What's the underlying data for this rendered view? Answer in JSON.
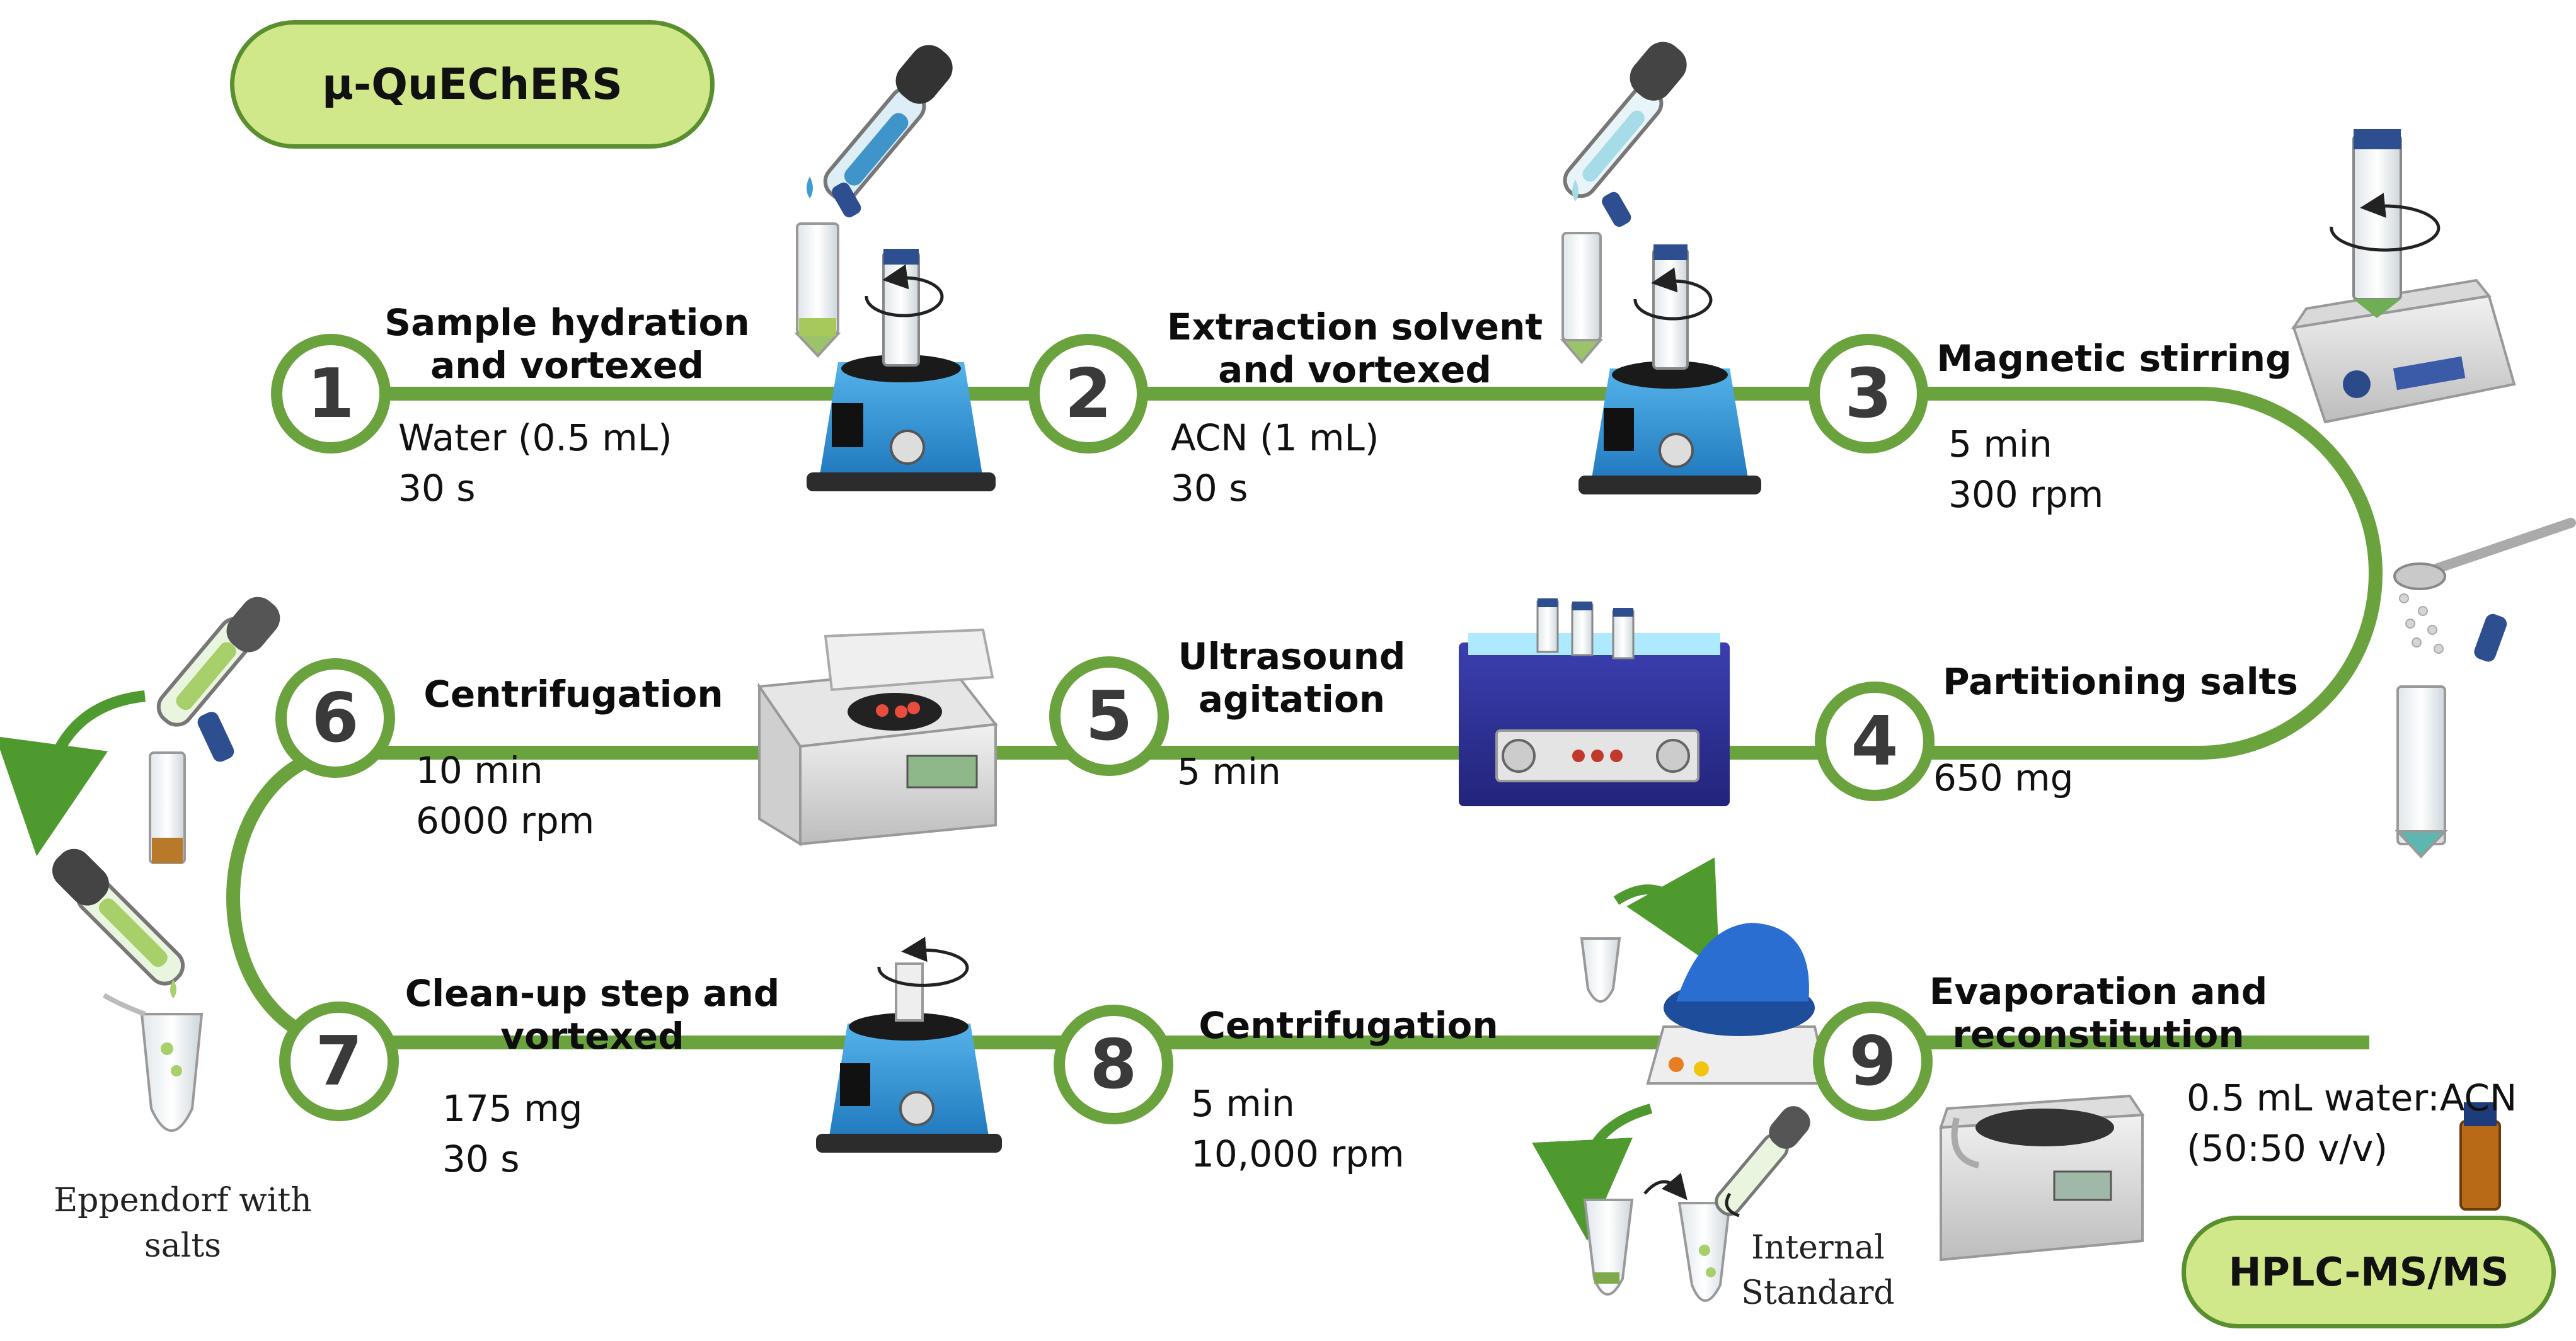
{
  "header": {
    "method_label": "µ-QuEChERS"
  },
  "footer": {
    "analysis_label": "HPLC-MS/MS"
  },
  "steps": [
    {
      "number": "1",
      "title_line1": "Sample hydration",
      "title_line2": "and vortexed",
      "param1": "Water (0.5 mL)",
      "param2": "30 s"
    },
    {
      "number": "2",
      "title_line1": "Extraction solvent",
      "title_line2": "and vortexed",
      "param1": "ACN (1 mL)",
      "param2": "30 s"
    },
    {
      "number": "3",
      "title_line1": "Magnetic stirring",
      "title_line2": "",
      "param1": "5 min",
      "param2": "300 rpm"
    },
    {
      "number": "4",
      "title_line1": "Partitioning salts",
      "title_line2": "",
      "param1": "650 mg",
      "param2": ""
    },
    {
      "number": "5",
      "title_line1": "Ultrasound",
      "title_line2": "agitation",
      "param1": "5 min",
      "param2": ""
    },
    {
      "number": "6",
      "title_line1": "Centrifugation",
      "title_line2": "",
      "param1": "10 min",
      "param2": "6000 rpm"
    },
    {
      "number": "7",
      "title_line1": "Clean-up step and",
      "title_line2": "vortexed",
      "param1": "175 mg",
      "param2": "30 s"
    },
    {
      "number": "8",
      "title_line1": "Centrifugation",
      "title_line2": "",
      "param1": "5 min",
      "param2": "10,000 rpm"
    },
    {
      "number": "9",
      "title_line1": "Evaporation and",
      "title_line2": "reconstitution",
      "param1": "0.5 mL water:ACN",
      "param2": "(50:50 v/v)"
    }
  ],
  "annotations": {
    "eppendorf_line1": "Eppendorf with",
    "eppendorf_line2": "salts",
    "internal_line1": "Internal",
    "internal_line2": "Standard"
  },
  "colors": {
    "path": "#6aa33e",
    "pill_fill": "#d1e88a",
    "pill_border": "#5a8f2f",
    "device_blue": "#2f8fd0"
  },
  "icons": [
    "pipette-icon",
    "vortex-mixer-icon",
    "magnetic-stirrer-icon",
    "spatula-icon",
    "ultrasonic-bath-icon",
    "centrifuge-icon",
    "micro-centrifuge-icon",
    "evaporator-icon",
    "vial-icon",
    "falcon-tube-icon",
    "eppendorf-tube-icon",
    "rotation-arrow-icon",
    "curved-arrow-icon"
  ]
}
